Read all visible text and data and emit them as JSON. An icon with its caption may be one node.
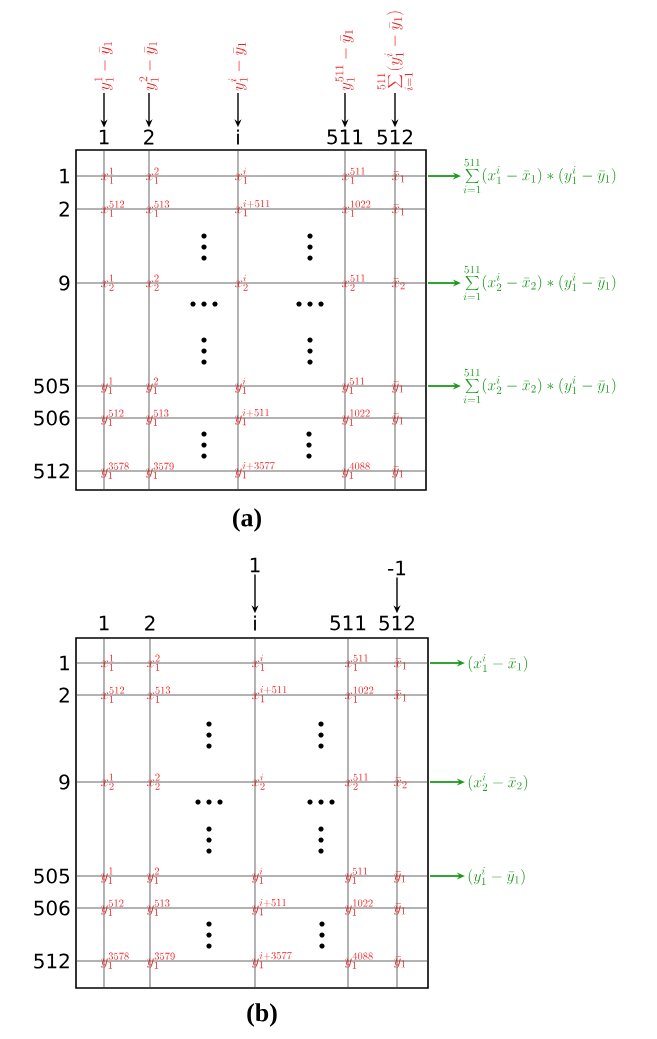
{
  "diagram": {
    "nodes": [
      {
        "text": [
          "y_1^{1}-\\bar{y}_1"
        ]
      },
      {
        "text": [
          "y_1^{2}-\\bar{y}_1"
        ]
      },
      {
        "text": [
          "y_1^{i}-\\bar{y}_1"
        ]
      },
      {
        "text": [
          "y_1^{511}-\\bar{y}_1"
        ]
      },
      {
        "text": [
          "\\sum_{i=1}^{511}(y_1^{i}-\\bar{y}_1)"
        ]
      },
      {
        "text": [
          "1"
        ]
      },
      {
        "text": [
          "2"
        ]
      },
      {
        "text": [
          "i"
        ]
      },
      {
        "text": [
          "511"
        ]
      },
      {
        "text": [
          "512"
        ]
      },
      {
        "text": [
          "\\sum_{i=1}^{511}(x_1^{i}-\\bar{x}_1)*(y_1^{i}-\\bar{y}_1)"
        ]
      },
      {
        "text": [
          "\\sum_{i=1}^{511}(x_2^{i}-\\bar{x}_2)*(y_1^{i}-\\bar{y}_1)"
        ]
      },
      {
        "text": [
          "\\sum_{i=1}^{511}(x_2^{i}-\\bar{x}_2)*(y_1^{i}-\\bar{y}_1)"
        ]
      },
      {
        "text": [
          "1"
        ]
      },
      {
        "text": [
          "-1"
        ]
      },
      {
        "text": [
          "i"
        ]
      },
      {
        "text": [
          "512"
        ]
      },
      {
        "text": [
          "(x_1^{i}-\\bar{x}_1)"
        ]
      },
      {
        "text": [
          "(x_2^{i}-\\bar{x}_2)"
        ]
      },
      {
        "text": [
          "(y_1^{i}-\\bar{y}_1)"
        ]
      }
    ],
    "edges": [
      {
        "from": 0,
        "to": 5,
        "arrow": "to"
      },
      {
        "from": 1,
        "to": 6,
        "arrow": "to"
      },
      {
        "from": 2,
        "to": 7,
        "arrow": "to"
      },
      {
        "from": 3,
        "to": 8,
        "arrow": "to"
      },
      {
        "from": 4,
        "to": 9,
        "arrow": "to"
      },
      {
        "from": null,
        "to": 10,
        "arrow": "to",
        "color": "#1a9a1a"
      },
      {
        "from": null,
        "to": 11,
        "arrow": "to",
        "color": "#1a9a1a"
      },
      {
        "from": null,
        "to": 12,
        "arrow": "to",
        "color": "#1a9a1a"
      },
      {
        "from": 13,
        "to": 15,
        "arrow": "to"
      },
      {
        "from": 14,
        "to": 16,
        "arrow": "to"
      },
      {
        "from": null,
        "to": 17,
        "arrow": "to",
        "color": "#1a9a1a"
      },
      {
        "from": null,
        "to": 18,
        "arrow": "to",
        "color": "#1a9a1a"
      },
      {
        "from": null,
        "to": 19,
        "arrow": "to",
        "color": "#1a9a1a"
      }
    ],
    "labels": [
      "1",
      "x_1^{1}",
      "x_1^{2}",
      "x_1^{i}",
      "x_1^{511}",
      "\\bar{x}_1",
      "2",
      "x_1^{512}",
      "x_1^{513}",
      "x_1^{i+511}",
      "x_1^{1022}",
      "\\bar{x}_1",
      "9",
      "x_2^{1}",
      "x_2^{2}",
      "x_2^{i}",
      "x_2^{511}",
      "\\bar{x}_2",
      "505",
      "y_1^{1}",
      "y_1^{2}",
      "y_1^{i}",
      "y_1^{511}",
      "\\bar{y}_1",
      "506",
      "y_1^{512}",
      "y_1^{513}",
      "y_1^{i+511}",
      "y_1^{1022}",
      "\\bar{y}_1",
      "512",
      "y_1^{3578}",
      "y_1^{3579}",
      "y_1^{i+3577}",
      "y_1^{4088}",
      "\\bar{y}_1",
      "(a)",
      "1",
      "2",
      "511",
      "1",
      "x_1^{1}",
      "x_1^{2}",
      "x_1^{i}",
      "x_1^{511}",
      "\\bar{x}_1",
      "2",
      "x_1^{512}",
      "x_1^{513}",
      "x_1^{i+511}",
      "x_1^{1022}",
      "\\bar{x}_1",
      "9",
      "x_2^{1}",
      "x_2^{2}",
      "x_2^{i}",
      "x_2^{511}",
      "\\bar{x}_2",
      "505",
      "y_1^{1}",
      "y_1^{2}",
      "y_1^{i}",
      "y_1^{511}",
      "\\bar{y}_1",
      "506",
      "y_1^{512}",
      "y_1^{513}",
      "y_1^{i+511}",
      "y_1^{1022}",
      "\\bar{y}_1",
      "512",
      "y_1^{3578}",
      "y_1^{3579}",
      "y_1^{i+3577}",
      "y_1^{4088}",
      "\\bar{y}_1",
      "(b)"
    ]
  }
}
